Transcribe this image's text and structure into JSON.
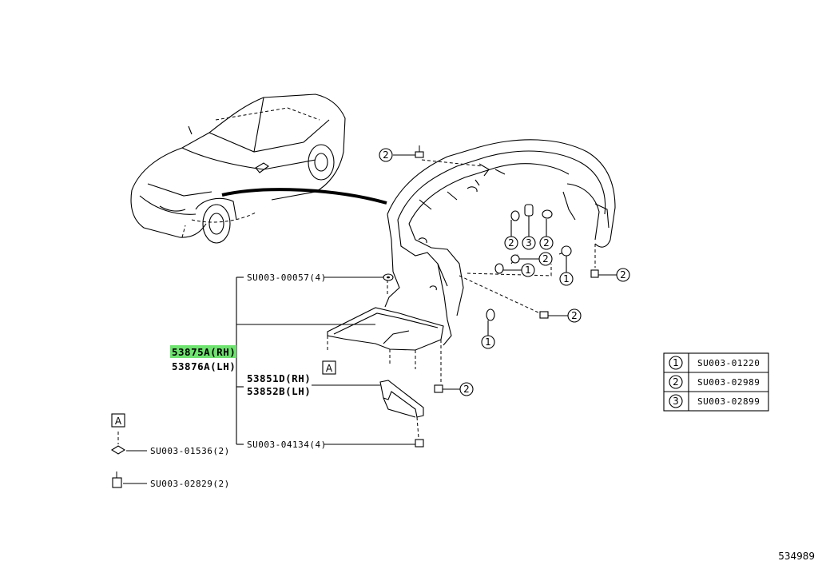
{
  "parts": {
    "part_rh": "53875A(RH)",
    "part_lh": "53876A(LH)",
    "highlight_color": "#6fe36f",
    "bracket_rh": "53851D(RH)",
    "bracket_lh": "53852B(LH)"
  },
  "fasteners": {
    "top": "SU003-00057(4)",
    "bracket_bolt": "SU003-04134(4)",
    "clip_a": "SU003-01536(2)",
    "bolt_a": "SU003-02829(2)"
  },
  "ref": {
    "view_a": "A",
    "view_a_detail": "A"
  },
  "legend": [
    {
      "num": "1",
      "code": "SU003-01220"
    },
    {
      "num": "2",
      "code": "SU003-02989"
    },
    {
      "num": "3",
      "code": "SU003-02899"
    }
  ],
  "callouts": {
    "c_top": "2",
    "c_a": "2",
    "c_b": "3",
    "c_c": "2",
    "c_d": "2",
    "c_e": "1",
    "c_f": "1",
    "c_g": "2",
    "c_h": "2",
    "c_i": "1",
    "c_j": "2"
  },
  "diagram_id": "534989"
}
